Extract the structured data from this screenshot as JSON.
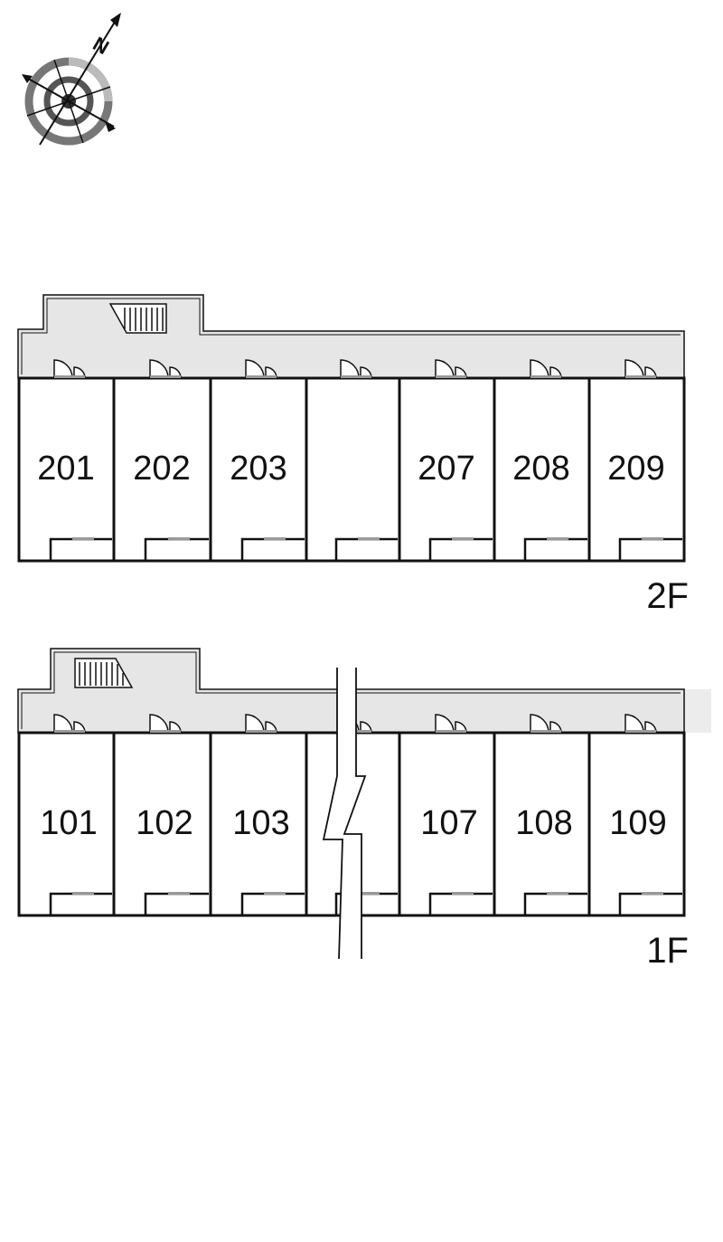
{
  "compass": {
    "north_label": "N",
    "icon": "compass-rose-icon"
  },
  "floors": [
    {
      "id": "2f",
      "label": "2F",
      "units": [
        {
          "number": "201"
        },
        {
          "number": "202"
        },
        {
          "number": "203"
        },
        {
          "number": ""
        },
        {
          "number": "207"
        },
        {
          "number": "208"
        },
        {
          "number": "209"
        }
      ]
    },
    {
      "id": "1f",
      "label": "1F",
      "units": [
        {
          "number": "101"
        },
        {
          "number": "102"
        },
        {
          "number": "103"
        },
        {
          "number": ""
        },
        {
          "number": "107"
        },
        {
          "number": "108"
        },
        {
          "number": "109"
        }
      ]
    }
  ],
  "colors": {
    "corridor": "#e6e6e6",
    "wall": "#111111",
    "background": "#ffffff"
  }
}
